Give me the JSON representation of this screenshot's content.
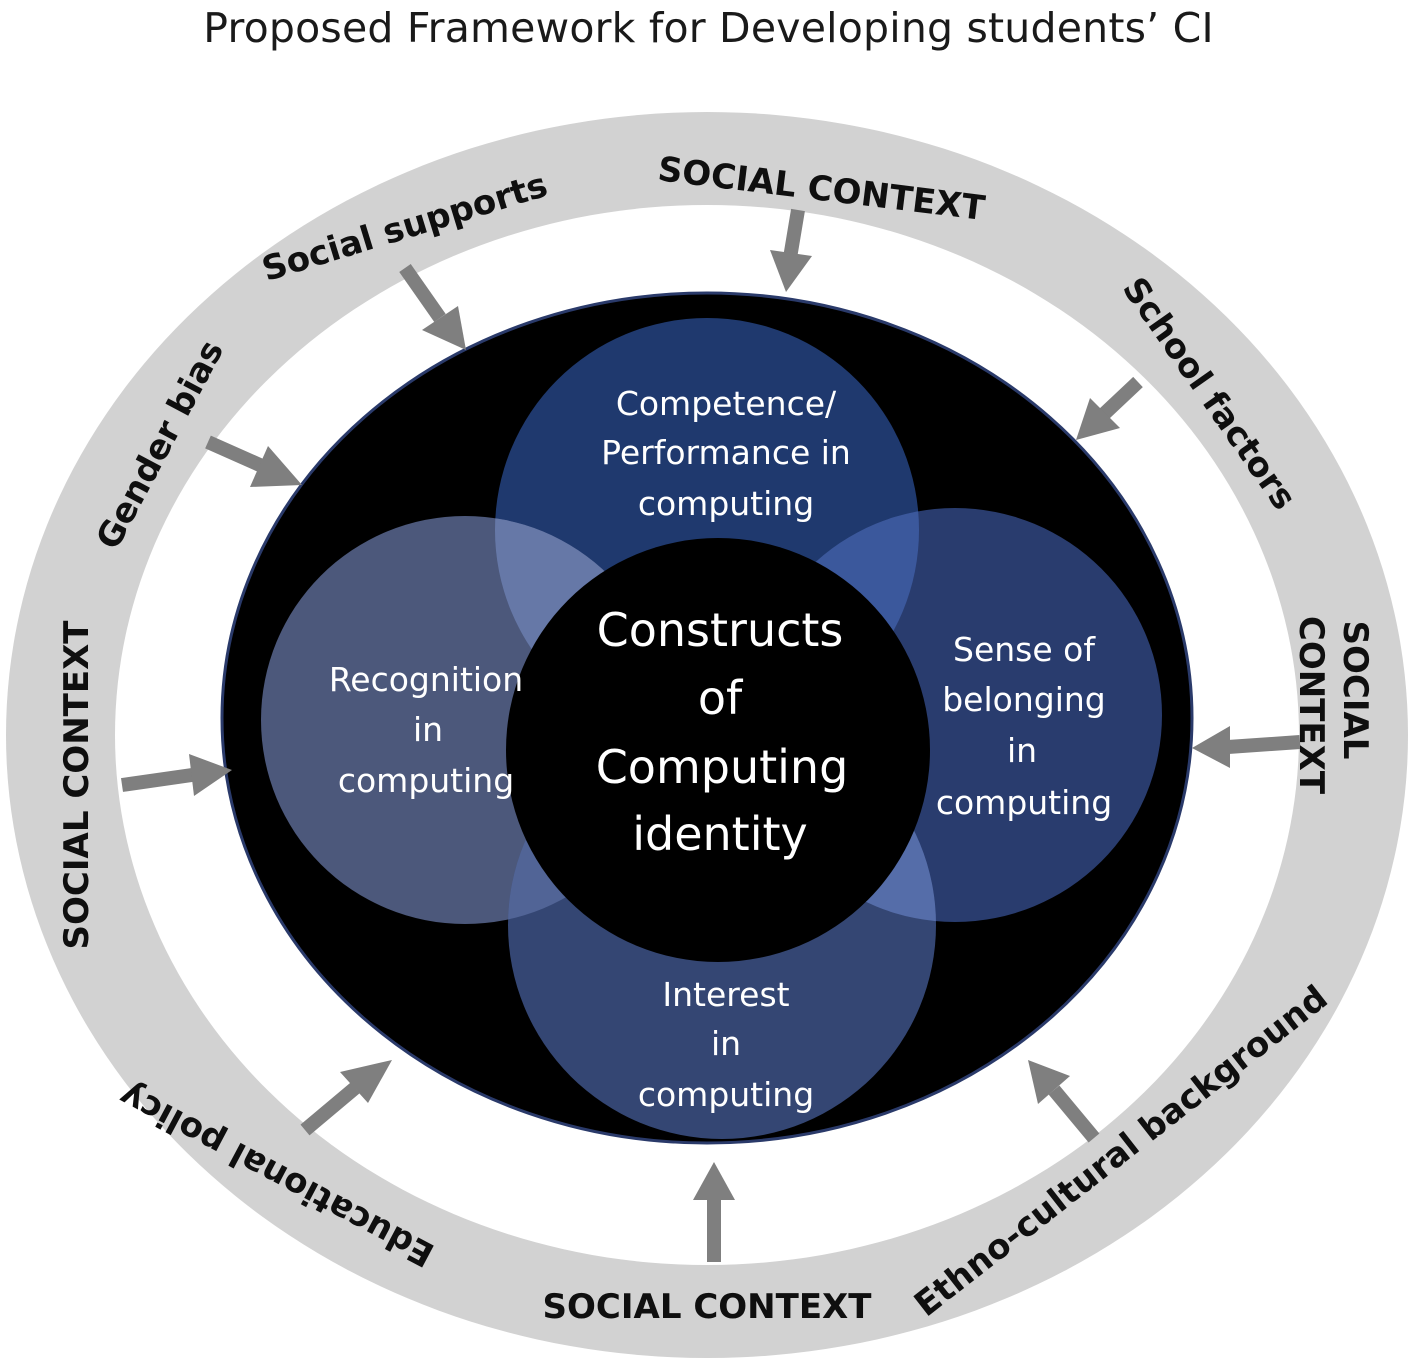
{
  "title": "Proposed Framework for Developing students’ CI",
  "ring_labels": {
    "social_context_top": "SOCIAL CONTEXT",
    "social_context_right_line1": "SOCIAL",
    "social_context_right_line2": "CONTEXT",
    "social_context_left": "SOCIAL CONTEXT",
    "social_context_bottom": "SOCIAL CONTEXT",
    "social_supports": "Social supports",
    "gender_bias": "Gender bias",
    "school_factors": "School factors",
    "educational_policy": "Educational policy",
    "ethno_cultural_background": "Ethno-cultural background"
  },
  "core": {
    "line1": "Constructs",
    "line2": "of",
    "line3": "Computing",
    "line4": "identity"
  },
  "constructs": {
    "competence": {
      "line1": "Competence/",
      "line2": "Performance in",
      "line3": "computing"
    },
    "recognition": {
      "line1": "Recognition",
      "line2": "in",
      "line3": "computing"
    },
    "belonging": {
      "line1": "Sense of",
      "line2": "belonging",
      "line3": "in",
      "line4": "computing"
    },
    "interest": {
      "line1": "Interest",
      "line2": "in",
      "line3": "computing"
    }
  },
  "colors": {
    "ring": "#d2d2d2",
    "core": "#000000",
    "bubble": "#4a5f95",
    "arrow": "#7f7f7f"
  }
}
